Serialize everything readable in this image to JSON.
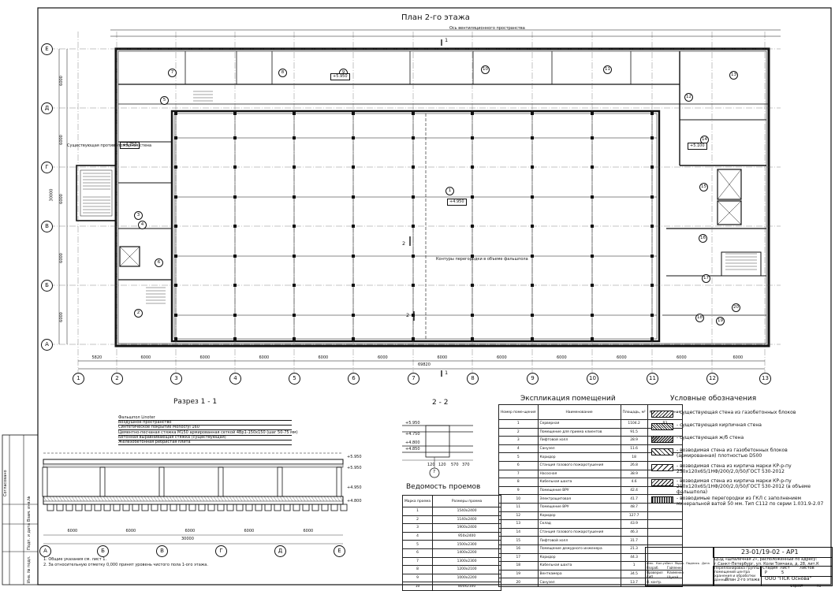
{
  "plan": {
    "title": "План 2-го этажа",
    "row_axes": [
      "Е",
      "Д",
      "Г",
      "В",
      "Б",
      "А"
    ],
    "col_axes": [
      "1",
      "2",
      "3",
      "4",
      "5",
      "6",
      "7",
      "8",
      "9",
      "10",
      "11",
      "12",
      "13"
    ],
    "dims_bottom": [
      "5820",
      "6000",
      "6000",
      "6000",
      "6000",
      "6000",
      "6000",
      "6000",
      "6000",
      "6000",
      "6000",
      "6000"
    ],
    "overall_width": "69820",
    "overall_height": "30000",
    "dims_left": [
      "6000",
      "6000",
      "6000",
      "6000",
      "6000"
    ],
    "room_tags": [
      "1",
      "2",
      "3",
      "4",
      "5",
      "6",
      "7",
      "8",
      "9",
      "10",
      "11",
      "12",
      "13",
      "14",
      "15",
      "16",
      "17",
      "18",
      "19",
      "20"
    ],
    "levels": [
      "+4.950",
      "+5.950",
      "+4.750",
      "+5.100"
    ],
    "notes": [
      "Ось вентиляционного пространства",
      "Контуры перегородки в объеме фальшпола",
      "Существующая противопожарная стена"
    ],
    "section_marks": [
      "1",
      "2",
      "2",
      "1"
    ]
  },
  "section_1_1": {
    "title": "Разрез 1 - 1",
    "layers": [
      "Фальшпол Linoter",
      "Воздушное пространство",
      "Синтетическое покрытие Monocryl 160",
      "Цементно-песчаная стяжка М150 армированная сеткой 4Вр1-150х150 (шаг 50-75 мм)",
      "Бетонная выравнивающая стяжка (существующая)",
      "Железобетонная ребристая плита"
    ],
    "axes": [
      "А",
      "Б",
      "В",
      "Г",
      "Д",
      "Е"
    ],
    "dims": [
      "6000",
      "6000",
      "6000",
      "6000",
      "6000"
    ],
    "overall": "30000",
    "levels": [
      "+5.950",
      "+5.950",
      "+4.950",
      "+4.800"
    ],
    "notes": [
      "1. Общие указания см. лист 1.",
      "2. За относительную отметку 0,000 принят уровень чистого пола 1-ого этажа."
    ]
  },
  "section_2_2": {
    "title": "2 - 2",
    "levels": [
      "+5.950",
      "+4.750",
      "+4.800",
      "+4.850"
    ],
    "dims": [
      "120",
      "120",
      "570",
      "370"
    ],
    "marker": "7"
  },
  "openings": {
    "title": "Ведомость проемов",
    "headers": [
      "Марка проема",
      "Размеры проема"
    ],
    "rows": [
      [
        "1",
        "1540х2400"
      ],
      [
        "2",
        "1140х2400"
      ],
      [
        "3",
        "1900х2400"
      ],
      [
        "4",
        "950х2400"
      ],
      [
        "5",
        "1500х2300"
      ],
      [
        "6",
        "1400х2200"
      ],
      [
        "7",
        "1300х2300"
      ],
      [
        "8",
        "1200х2100"
      ],
      [
        "9",
        "1000х2200"
      ],
      [
        "10",
        "800х2100"
      ]
    ]
  },
  "explication": {
    "title": "Экспликация помещений",
    "headers": [
      "Номер поме-щения",
      "Наименование",
      "Площадь, м²",
      "Кат. поме-щения"
    ],
    "rows": [
      [
        "1",
        "Серверная",
        "1104.2",
        "В3"
      ],
      [
        "2",
        "Помещение для приема клиентов",
        "91.5",
        ""
      ],
      [
        "3",
        "Лифтовой холл",
        "28.9",
        ""
      ],
      [
        "4",
        "Санузел",
        "11.6",
        ""
      ],
      [
        "5",
        "Коридор",
        "18",
        ""
      ],
      [
        "6",
        "Станция газового пожаротушения",
        "26.8",
        ""
      ],
      [
        "7",
        "Насосная",
        "38.9",
        ""
      ],
      [
        "8",
        "Кабельная шахта",
        "4.6",
        ""
      ],
      [
        "9",
        "Помещение ВРУ",
        "42.4",
        ""
      ],
      [
        "10",
        "Электрощитовая",
        "41.7",
        ""
      ],
      [
        "11",
        "Помещение ВРУ",
        "48.7",
        ""
      ],
      [
        "12",
        "Коридор",
        "127.7",
        ""
      ],
      [
        "13",
        "Склад",
        "43.9",
        ""
      ],
      [
        "14",
        "Станция газового пожаротушения",
        "46.3",
        ""
      ],
      [
        "15",
        "Лифтовой холл",
        "31.7",
        ""
      ],
      [
        "16",
        "Помещение дежурного инженера",
        "21.3",
        ""
      ],
      [
        "17",
        "Коридор",
        "44.3",
        ""
      ],
      [
        "18",
        "Кабельная шахта",
        "1",
        ""
      ],
      [
        "19",
        "Венткамера",
        "34.5",
        ""
      ],
      [
        "20",
        "Санузел",
        "13.7",
        ""
      ]
    ]
  },
  "legend": {
    "title": "Условные обозначения",
    "items": [
      "- существующая стена из газобетонных блоков",
      "- существующая кирпичная стена",
      "- существующая ж/б стена",
      "- возводимая стена из газобетонных блоков (армированная) плотностью D500",
      "- возводимая стена из кирпича марки КР-р-пу 250х120х65/1НФ/200/2,0/50/ГОСТ 530-2012",
      "- возводимая стена из кирпича марки КР-р-пу 250х120х65/1НФ/200/2,0/50/ГОСТ 530-2012 (в объеме фальшпола)",
      "- возводимые перегородки из ГКЛ с заполнением минеральной ватой 50 мм. Тип С112 по серии 1.031.9-2.07"
    ]
  },
  "stamp": {
    "code": "23-01/19-02 - АР1",
    "address": "ЦОД «Шпалечная 2», расположенный по адресу: г.Санкт-Петербург, ул. Коли Томчака, д. 28, лит.К",
    "object": "Перепланировка группы помещений центра хранения и обработки данных",
    "sheet_name": "План 2-го этажа",
    "company": "ООО \"ПСК Основа\"",
    "stage_label": "Стадия",
    "stage": "Р",
    "sheet_label": "Лист",
    "sheet": "5",
    "sheets_label": "Листов",
    "sheets": "",
    "format_label": "Формат",
    "format": "А1",
    "roles": [
      "Разраб.",
      "Проверил",
      "ГИП",
      "Н. контр."
    ],
    "names": [
      "Гайленко",
      "Клименко",
      "Шукай",
      ""
    ],
    "cols": [
      "Изм.",
      "Кол.уч.",
      "Лист",
      "№док.",
      "Подпись",
      "Дата"
    ]
  },
  "side": {
    "labels": [
      "Согласовано",
      "Взам. инв.№",
      "Подп. и дата",
      "Инв. № подл."
    ]
  }
}
